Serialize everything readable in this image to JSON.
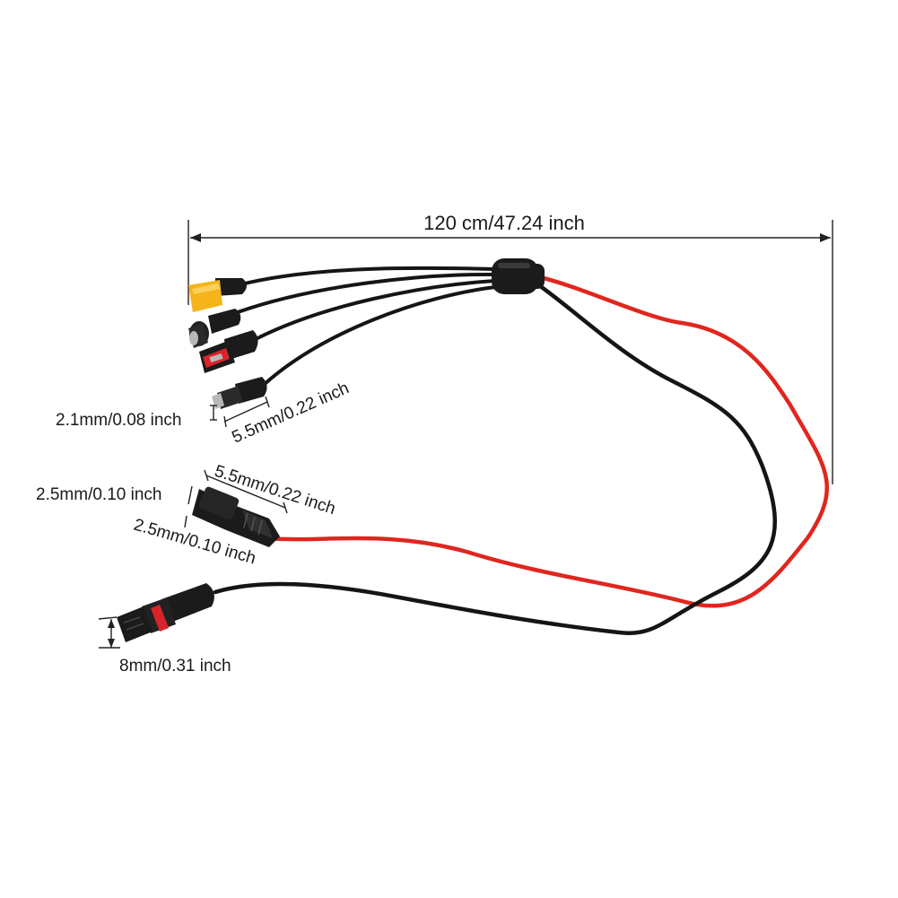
{
  "colors": {
    "background": "#ffffff",
    "wire_black": "#151515",
    "wire_red": "#e0261e",
    "xt60_yellow": "#f4b41a",
    "anderson_red": "#d8232a",
    "metal": "#b8b8b8",
    "label_text": "#1a1a1a"
  },
  "labels": {
    "total_length": "120 cm/47.24 inch",
    "dc_inner": "2.1mm/0.08 inch",
    "dc_outer": "5.5mm/0.22 inch",
    "aviation_left": "2.5mm/0.10 inch",
    "aviation_length": "5.5mm/0.22 inch",
    "aviation_bottom": "2.5mm/0.10 inch",
    "solar_connector": "8mm/0.31 inch"
  },
  "connectors": [
    {
      "icon": "xt60-connector-icon"
    },
    {
      "icon": "dc8mm-connector-icon"
    },
    {
      "icon": "anderson-connector-icon"
    },
    {
      "icon": "dc5521-connector-icon"
    },
    {
      "icon": "aviation-connector-icon"
    },
    {
      "icon": "mc4-connector-icon"
    }
  ]
}
